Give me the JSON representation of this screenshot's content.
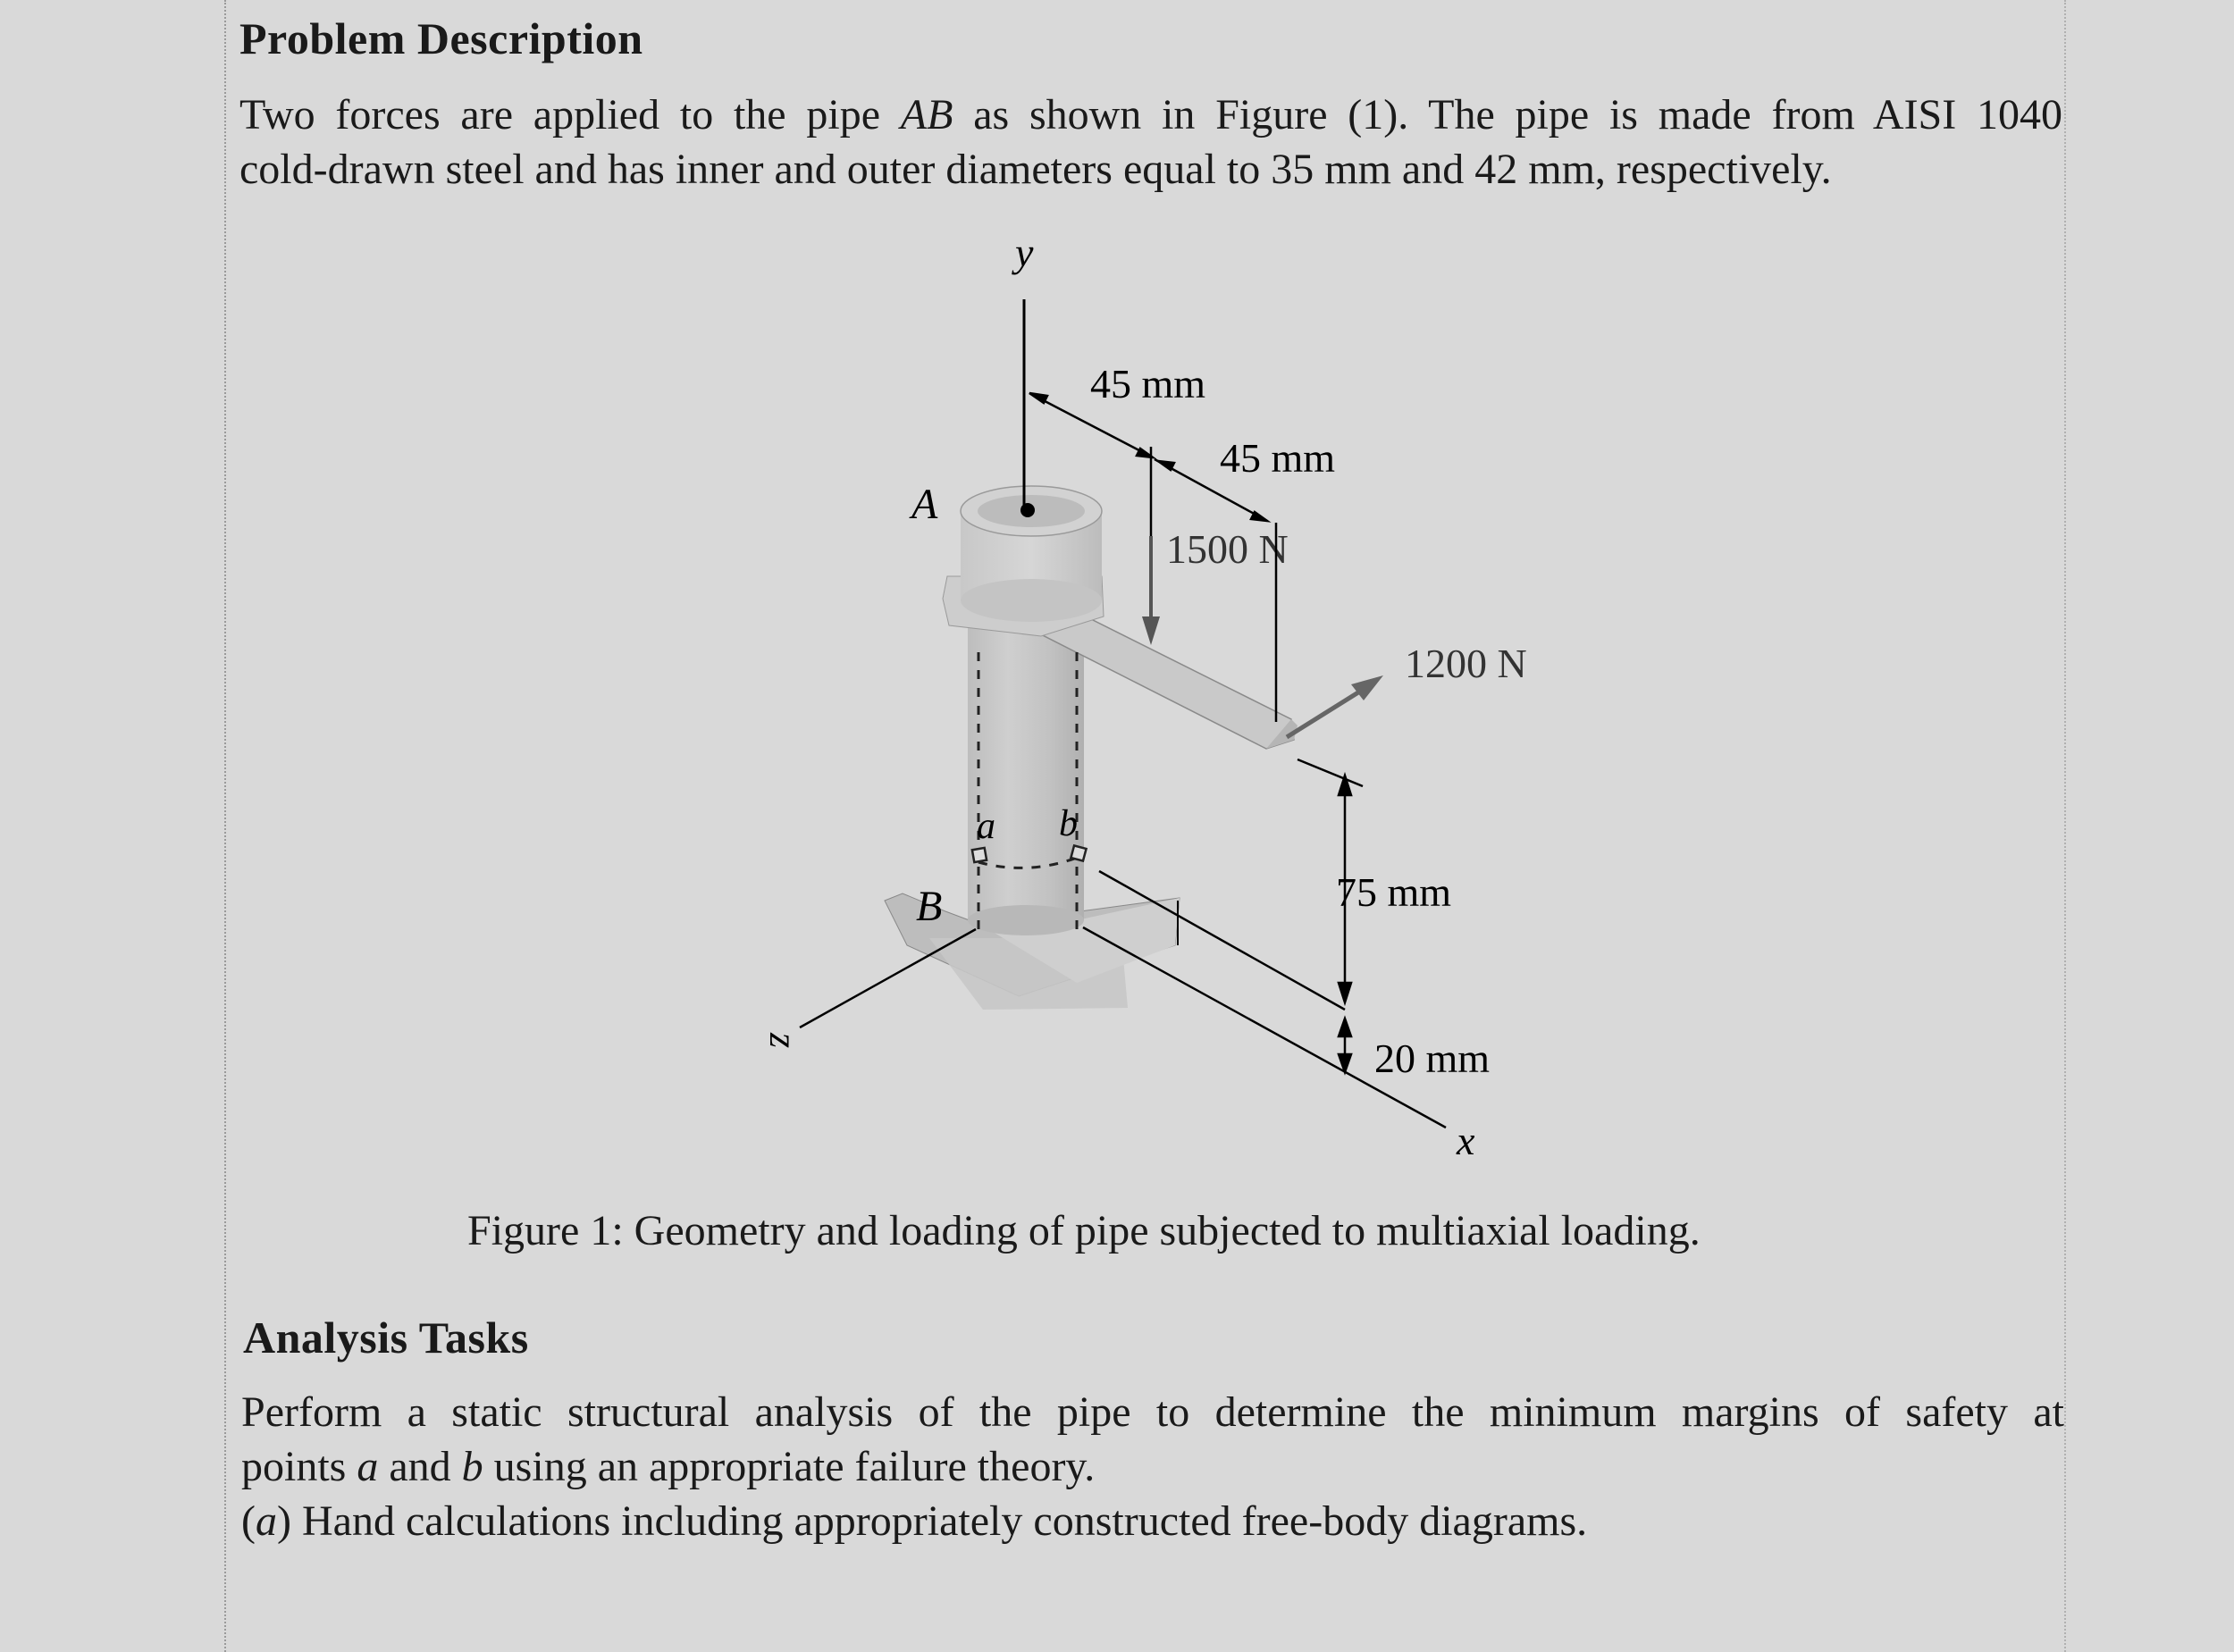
{
  "problem": {
    "heading": "Problem Description",
    "line1_pre": "Two forces are applied to the pipe ",
    "pipe_label": "AB",
    "line1_post": " as shown in Figure (1). The pipe is made from AISI 1040",
    "line2": "cold-drawn steel and has inner and outer diameters equal to 35 mm and 42 mm, respectively."
  },
  "figure": {
    "axis_y": "y",
    "axis_x": "x",
    "axis_z": "z",
    "point_a_upper": "A",
    "point_b_upper": "B",
    "point_a": "a",
    "point_b": "b",
    "dim_45_first": "45 mm",
    "dim_45_second": "45 mm",
    "dim_75": "75 mm",
    "dim_20": "20 mm",
    "force_1500": "1500 N",
    "force_1200": "1200 N",
    "caption": "Figure 1: Geometry and loading of pipe subjected to multiaxial loading."
  },
  "tasks": {
    "heading": "Analysis Tasks",
    "line1": "Perform a static structural analysis of the pipe to determine the minimum margins of safety at",
    "line2_pre": "points ",
    "point_a": "a",
    "line2_mid": " and ",
    "point_b": "b",
    "line2_post": " using an appropriate failure theory.",
    "item_label": "a",
    "item_text": " Hand calculations including appropriately constructed free-body diagrams."
  }
}
